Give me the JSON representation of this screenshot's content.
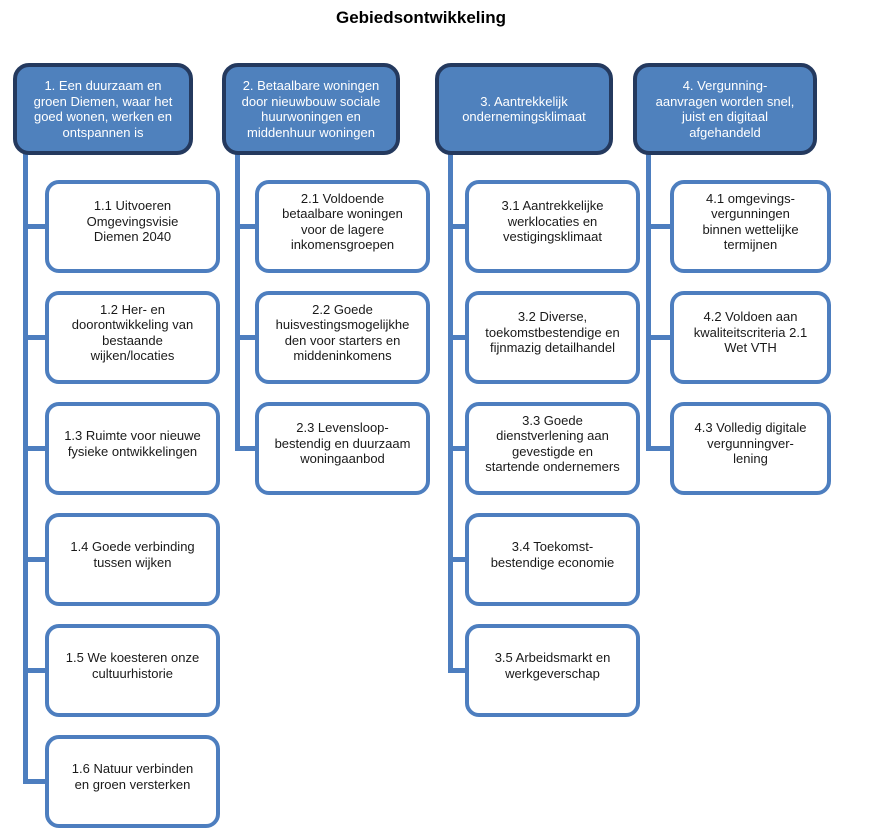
{
  "title": "Gebiedsontwikkeling",
  "colors": {
    "header_fill": "#4F81BD",
    "header_border": "#24395E",
    "child_fill": "#FFFFFF",
    "child_border": "#4D7EBF",
    "connector": "#4D7EBF",
    "header_text": "#FFFFFF",
    "child_text": "#1A1A1A",
    "title_text": "#000000",
    "background": "#FFFFFF"
  },
  "columns": [
    {
      "header": {
        "label": "1. Een duurzaam en\ngroen Diemen, waar het\ngoed wonen, werken en\nontspannen is"
      },
      "children": [
        {
          "label": "1.1 Uitvoeren\nOmgevingsvisie\nDiemen 2040"
        },
        {
          "label": "1.2 Her- en\ndoorontwikkeling van\nbestaande\nwijken/locaties"
        },
        {
          "label": "1.3 Ruimte voor nieuwe\nfysieke ontwikkelingen"
        },
        {
          "label": "1.4 Goede verbinding\ntussen wijken"
        },
        {
          "label": "1.5 We koesteren onze\ncultuurhistorie"
        },
        {
          "label": "1.6 Natuur verbinden\nen groen versterken"
        }
      ]
    },
    {
      "header": {
        "label": "2. Betaalbare woningen\ndoor nieuwbouw sociale\nhuurwoningen en\nmiddenhuur woningen"
      },
      "children": [
        {
          "label": "2.1 Voldoende\nbetaalbare woningen\nvoor de lagere\ninkomensgroepen"
        },
        {
          "label": "2.2 Goede\nhuisvestingsmogelijkhe\nden voor starters en\nmiddeninkomens"
        },
        {
          "label": "2.3 Levensloop-\nbestendig en duurzaam\nwoningaanbod"
        }
      ]
    },
    {
      "header": {
        "label": "3. Aantrekkelijk\nondernemingsklimaat"
      },
      "children": [
        {
          "label": "3.1 Aantrekkelijke\nwerklocaties en\nvestigingsklimaat"
        },
        {
          "label": "3.2 Diverse,\ntoekomstbestendige en\nfijnmazig detailhandel"
        },
        {
          "label": "3.3 Goede\ndienstverlening aan\ngevestigde en\nstartende ondernemers"
        },
        {
          "label": "3.4 Toekomst-\nbestendige economie"
        },
        {
          "label": "3.5 Arbeidsmarkt en\nwerkgeverschap"
        }
      ]
    },
    {
      "header": {
        "label": "4. Vergunning-\naanvragen worden snel,\njuist en digitaal\nafgehandeld"
      },
      "children": [
        {
          "label": "4.1 omgevings-\nvergunningen\nbinnen wettelijke\ntermijnen"
        },
        {
          "label": "4.2 Voldoen aan\nkwaliteitscriteria 2.1\nWet VTH"
        },
        {
          "label": "4.3 Volledig digitale\nvergunningver-\nlening"
        }
      ]
    }
  ]
}
